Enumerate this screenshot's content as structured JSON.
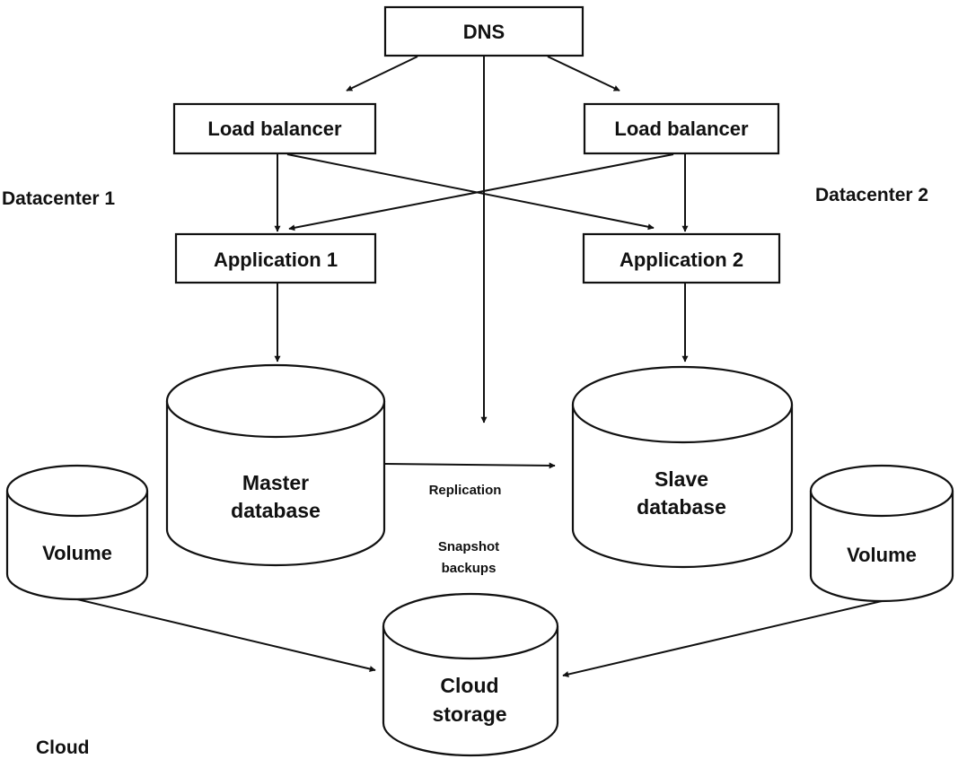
{
  "diagram": {
    "colors": {
      "stroke": "#111111",
      "fill": "#ffffff",
      "text": "#111111"
    },
    "regions": {
      "datacenter_1": "Datacenter 1",
      "datacenter_2": "Datacenter 2",
      "cloud": "Cloud"
    },
    "nodes": {
      "dns": {
        "label": [
          "DNS"
        ]
      },
      "lb_left": {
        "label": [
          "Load balancer"
        ]
      },
      "lb_right": {
        "label": [
          "Load balancer"
        ]
      },
      "app1": {
        "label": [
          "Application 1"
        ]
      },
      "app2": {
        "label": [
          "Application 2"
        ]
      },
      "master_db": {
        "label": [
          "Master",
          "database"
        ]
      },
      "slave_db": {
        "label": [
          "Slave",
          "database"
        ]
      },
      "volume_left": {
        "label": [
          "Volume"
        ]
      },
      "volume_right": {
        "label": [
          "Volume"
        ]
      },
      "cloud_storage": {
        "label": [
          "Cloud",
          "storage"
        ]
      }
    },
    "edge_labels": {
      "replication": [
        "Replication"
      ],
      "snapshot": [
        "Snapshot",
        "backups"
      ]
    },
    "edges": [
      {
        "from": "dns",
        "to": "lb_left"
      },
      {
        "from": "dns",
        "to": "lb_right"
      },
      {
        "from": "dns",
        "to": "replication_link"
      },
      {
        "from": "lb_left",
        "to": "app1"
      },
      {
        "from": "lb_left",
        "to": "app2"
      },
      {
        "from": "lb_right",
        "to": "app2"
      },
      {
        "from": "lb_right",
        "to": "app1"
      },
      {
        "from": "app1",
        "to": "master_db"
      },
      {
        "from": "app2",
        "to": "slave_db"
      },
      {
        "from": "master_db",
        "to": "slave_db",
        "label": "replication"
      },
      {
        "from": "volume_left",
        "to": "cloud_storage"
      },
      {
        "from": "volume_right",
        "to": "cloud_storage"
      }
    ]
  }
}
